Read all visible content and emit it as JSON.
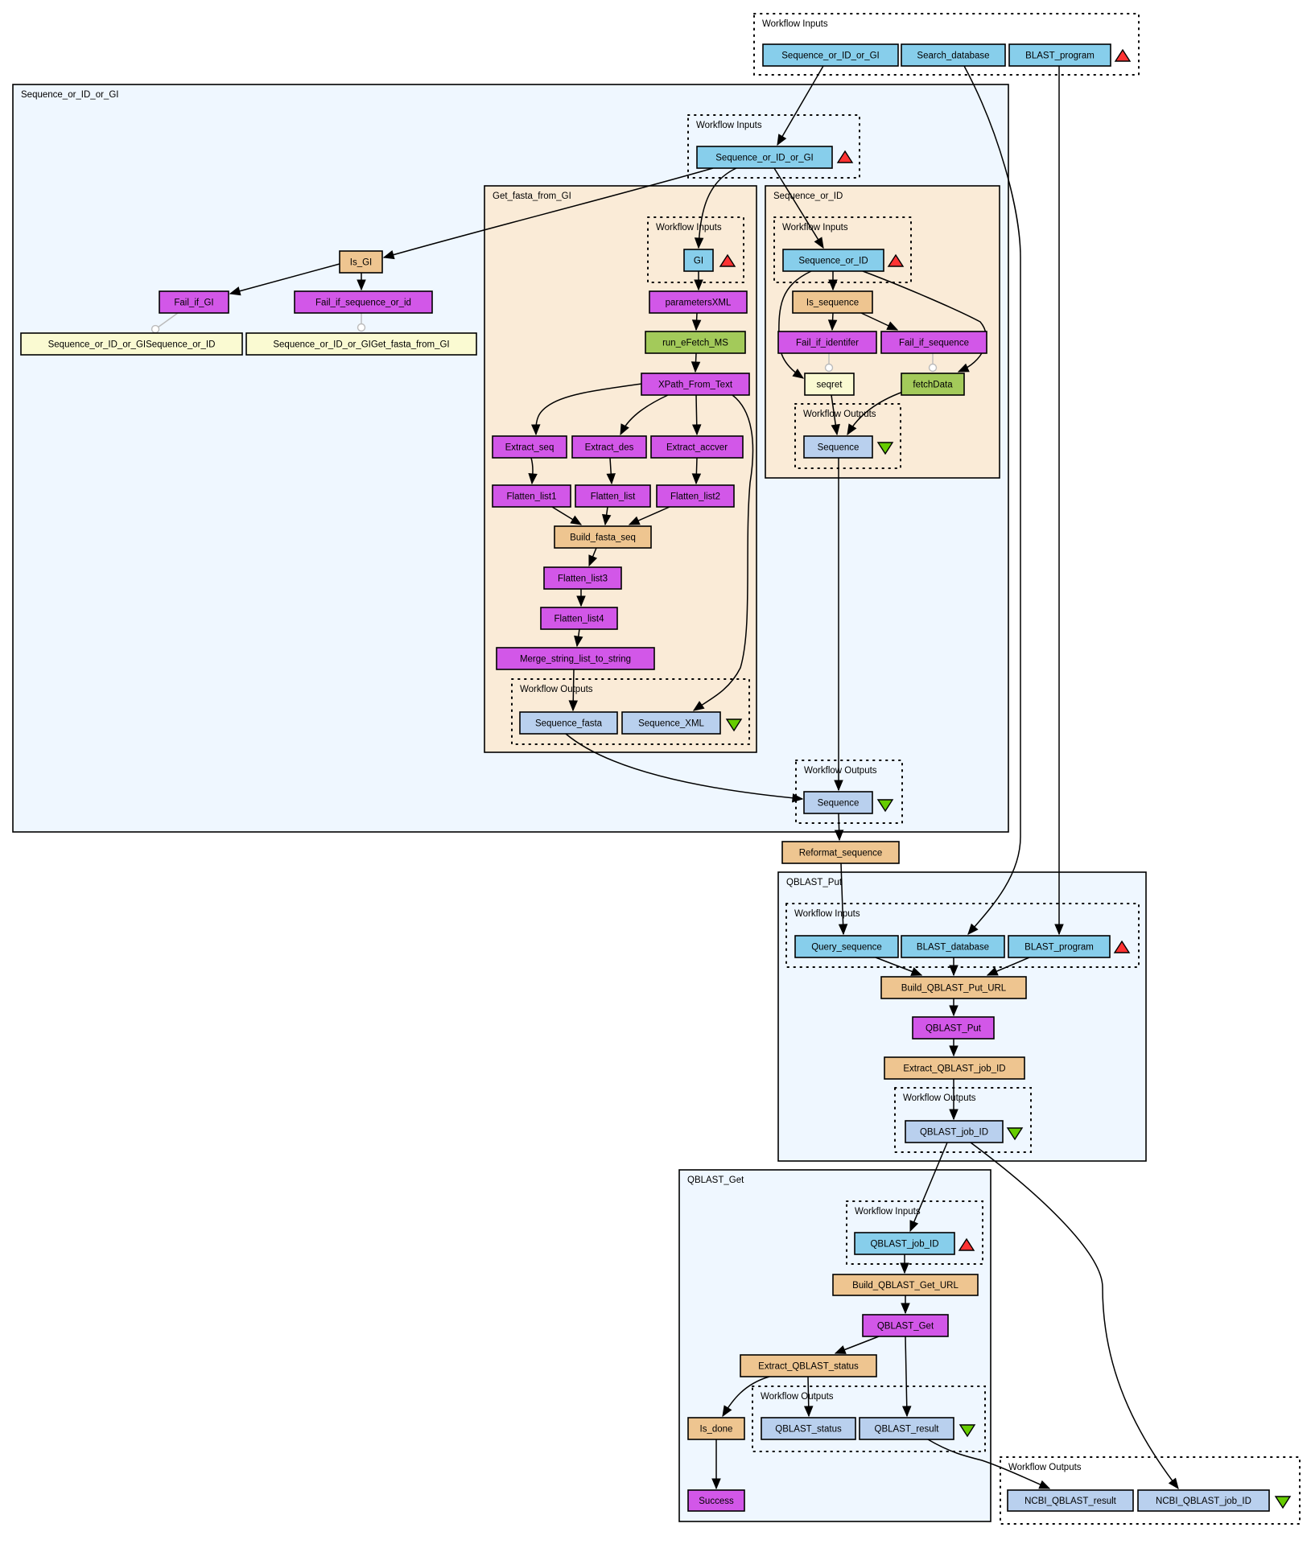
{
  "colors": {
    "workflow_input": "#87ceeb",
    "workflow_output": "#b9d0ee",
    "beanshell": "#eec590",
    "localworker": "#d257e8",
    "wsdl": "#a3ca5a",
    "soaplab": "#fafad2",
    "nested_cluster": "#eff7ff",
    "nested_inner_cluster": "#faebd7",
    "input_triangle": "#ff3333",
    "output_triangle": "#66cc00"
  },
  "clusters": {
    "top_inputs": "Workflow Inputs",
    "seq_or_id_or_gi": "Sequence_or_ID_or_GI",
    "seq_or_id_or_gi_inputs": "Workflow Inputs",
    "get_fasta": "Get_fasta_from_GI",
    "get_fasta_inputs": "Workflow Inputs",
    "get_fasta_outputs": "Workflow Outputs",
    "seq_or_id": "Sequence_or_ID",
    "seq_or_id_inputs": "Workflow Inputs",
    "seq_or_id_outputs": "Workflow Outputs",
    "seq_or_id_or_gi_outputs": "Workflow Outputs",
    "qblast_put": "QBLAST_Put",
    "qblast_put_inputs": "Workflow Inputs",
    "qblast_put_outputs": "Workflow Outputs",
    "qblast_get": "QBLAST_Get",
    "qblast_get_inputs": "Workflow Inputs",
    "qblast_get_outputs": "Workflow Outputs",
    "bottom_outputs": "Workflow Outputs"
  },
  "nodes": {
    "top_seq_or_id_or_gi": {
      "label": "Sequence_or_ID_or_GI",
      "kind": "workflow_input"
    },
    "top_search_database": {
      "label": "Search_database",
      "kind": "workflow_input"
    },
    "top_blast_program": {
      "label": "BLAST_program",
      "kind": "workflow_input"
    },
    "sg_input": {
      "label": "Sequence_or_ID_or_GI",
      "kind": "workflow_input"
    },
    "is_gi": {
      "label": "Is_GI",
      "kind": "beanshell"
    },
    "fail_if_gi": {
      "label": "Fail_if_GI",
      "kind": "localworker"
    },
    "fail_if_seq_or_id": {
      "label": "Fail_if_sequence_or_id",
      "kind": "localworker"
    },
    "merge_seq_or_id": {
      "label": "Sequence_or_ID_or_GISequence_or_ID",
      "kind": "soaplab"
    },
    "merge_get_fasta": {
      "label": "Sequence_or_ID_or_GIGet_fasta_from_GI",
      "kind": "soaplab"
    },
    "gf_gi": {
      "label": "GI",
      "kind": "workflow_input"
    },
    "parameters_xml": {
      "label": "parametersXML",
      "kind": "localworker"
    },
    "run_efetch_ms": {
      "label": "run_eFetch_MS",
      "kind": "wsdl"
    },
    "xpath_from_text": {
      "label": "XPath_From_Text",
      "kind": "localworker"
    },
    "extract_seq": {
      "label": "Extract_seq",
      "kind": "localworker"
    },
    "extract_des": {
      "label": "Extract_des",
      "kind": "localworker"
    },
    "extract_accver": {
      "label": "Extract_accver",
      "kind": "localworker"
    },
    "flatten_list1": {
      "label": "Flatten_list1",
      "kind": "localworker"
    },
    "flatten_list": {
      "label": "Flatten_list",
      "kind": "localworker"
    },
    "flatten_list2": {
      "label": "Flatten_list2",
      "kind": "localworker"
    },
    "build_fasta_seq": {
      "label": "Build_fasta_seq",
      "kind": "beanshell"
    },
    "flatten_list3": {
      "label": "Flatten_list3",
      "kind": "localworker"
    },
    "flatten_list4": {
      "label": "Flatten_list4",
      "kind": "localworker"
    },
    "merge_string_list": {
      "label": "Merge_string_list_to_string",
      "kind": "localworker"
    },
    "sequence_fasta": {
      "label": "Sequence_fasta",
      "kind": "workflow_output"
    },
    "sequence_xml": {
      "label": "Sequence_XML",
      "kind": "workflow_output"
    },
    "si_input": {
      "label": "Sequence_or_ID",
      "kind": "workflow_input"
    },
    "is_sequence": {
      "label": "Is_sequence",
      "kind": "beanshell"
    },
    "fail_if_identifer": {
      "label": "Fail_if_identifer",
      "kind": "localworker"
    },
    "fail_if_sequence": {
      "label": "Fail_if_sequence",
      "kind": "localworker"
    },
    "seqret": {
      "label": "seqret",
      "kind": "soaplab"
    },
    "fetch_data": {
      "label": "fetchData",
      "kind": "wsdl"
    },
    "si_sequence_out": {
      "label": "Sequence",
      "kind": "workflow_output"
    },
    "sg_sequence_out": {
      "label": "Sequence",
      "kind": "workflow_output"
    },
    "reformat_sequence": {
      "label": "Reformat_sequence",
      "kind": "beanshell"
    },
    "qp_query_sequence": {
      "label": "Query_sequence",
      "kind": "workflow_input"
    },
    "qp_blast_database": {
      "label": "BLAST_database",
      "kind": "workflow_input"
    },
    "qp_blast_program": {
      "label": "BLAST_program",
      "kind": "workflow_input"
    },
    "build_qblast_put_url": {
      "label": "Build_QBLAST_Put_URL",
      "kind": "beanshell"
    },
    "qblast_put": {
      "label": "QBLAST_Put",
      "kind": "localworker"
    },
    "extract_qblast_job_id": {
      "label": "Extract_QBLAST_job_ID",
      "kind": "beanshell"
    },
    "qp_job_id_out": {
      "label": "QBLAST_job_ID",
      "kind": "workflow_output"
    },
    "qg_job_id_in": {
      "label": "QBLAST_job_ID",
      "kind": "workflow_input"
    },
    "build_qblast_get_url": {
      "label": "Build_QBLAST_Get_URL",
      "kind": "beanshell"
    },
    "qblast_get": {
      "label": "QBLAST_Get",
      "kind": "localworker"
    },
    "extract_qblast_status": {
      "label": "Extract_QBLAST_status",
      "kind": "beanshell"
    },
    "is_done": {
      "label": "Is_done",
      "kind": "beanshell"
    },
    "qblast_status_out": {
      "label": "QBLAST_status",
      "kind": "workflow_output"
    },
    "qblast_result_out": {
      "label": "QBLAST_result",
      "kind": "workflow_output"
    },
    "success": {
      "label": "Success",
      "kind": "localworker"
    },
    "ncbi_qblast_result": {
      "label": "NCBI_QBLAST_result",
      "kind": "workflow_output"
    },
    "ncbi_qblast_job_id": {
      "label": "NCBI_QBLAST_job_ID",
      "kind": "workflow_output"
    }
  },
  "edges": [
    [
      "top_seq_or_id_or_gi",
      "sg_input"
    ],
    [
      "top_search_database",
      "qp_blast_database"
    ],
    [
      "top_blast_program",
      "qp_blast_program"
    ],
    [
      "sg_input",
      "is_gi"
    ],
    [
      "sg_input",
      "gf_gi"
    ],
    [
      "sg_input",
      "si_input"
    ],
    [
      "is_gi",
      "fail_if_gi"
    ],
    [
      "is_gi",
      "fail_if_seq_or_id"
    ],
    [
      "fail_if_gi",
      "merge_seq_or_id",
      "control"
    ],
    [
      "fail_if_seq_or_id",
      "merge_get_fasta",
      "control"
    ],
    [
      "gf_gi",
      "parameters_xml"
    ],
    [
      "parameters_xml",
      "run_efetch_ms"
    ],
    [
      "run_efetch_ms",
      "xpath_from_text"
    ],
    [
      "xpath_from_text",
      "extract_seq"
    ],
    [
      "xpath_from_text",
      "extract_des"
    ],
    [
      "xpath_from_text",
      "extract_accver"
    ],
    [
      "xpath_from_text",
      "sequence_xml"
    ],
    [
      "extract_seq",
      "flatten_list1"
    ],
    [
      "extract_des",
      "flatten_list"
    ],
    [
      "extract_accver",
      "flatten_list2"
    ],
    [
      "flatten_list1",
      "build_fasta_seq"
    ],
    [
      "flatten_list",
      "build_fasta_seq"
    ],
    [
      "flatten_list2",
      "build_fasta_seq"
    ],
    [
      "build_fasta_seq",
      "flatten_list3"
    ],
    [
      "flatten_list3",
      "flatten_list4"
    ],
    [
      "flatten_list4",
      "merge_string_list"
    ],
    [
      "merge_string_list",
      "sequence_fasta"
    ],
    [
      "sequence_fasta",
      "sg_sequence_out"
    ],
    [
      "si_input",
      "is_sequence"
    ],
    [
      "si_input",
      "seqret"
    ],
    [
      "si_input",
      "fetch_data"
    ],
    [
      "is_sequence",
      "fail_if_identifer"
    ],
    [
      "is_sequence",
      "fail_if_sequence"
    ],
    [
      "fail_if_identifer",
      "seqret",
      "control"
    ],
    [
      "fail_if_sequence",
      "fetch_data",
      "control"
    ],
    [
      "seqret",
      "si_sequence_out"
    ],
    [
      "fetch_data",
      "si_sequence_out"
    ],
    [
      "si_sequence_out",
      "sg_sequence_out"
    ],
    [
      "sg_sequence_out",
      "reformat_sequence"
    ],
    [
      "reformat_sequence",
      "qp_query_sequence"
    ],
    [
      "qp_query_sequence",
      "build_qblast_put_url"
    ],
    [
      "qp_blast_database",
      "build_qblast_put_url"
    ],
    [
      "qp_blast_program",
      "build_qblast_put_url"
    ],
    [
      "build_qblast_put_url",
      "qblast_put"
    ],
    [
      "qblast_put",
      "extract_qblast_job_id"
    ],
    [
      "extract_qblast_job_id",
      "qp_job_id_out"
    ],
    [
      "qp_job_id_out",
      "qg_job_id_in"
    ],
    [
      "qp_job_id_out",
      "ncbi_qblast_job_id"
    ],
    [
      "qg_job_id_in",
      "build_qblast_get_url"
    ],
    [
      "build_qblast_get_url",
      "qblast_get"
    ],
    [
      "qblast_get",
      "extract_qblast_status"
    ],
    [
      "qblast_get",
      "qblast_result_out"
    ],
    [
      "extract_qblast_status",
      "is_done"
    ],
    [
      "extract_qblast_status",
      "qblast_status_out"
    ],
    [
      "is_done",
      "success"
    ],
    [
      "qblast_result_out",
      "ncbi_qblast_result"
    ]
  ]
}
